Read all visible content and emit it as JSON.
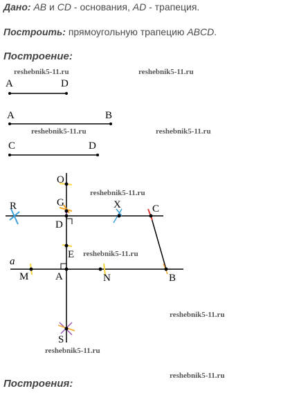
{
  "given": {
    "label": "Дано:",
    "parts": [
      "AB",
      " и ",
      "CD",
      " - основания, ",
      "AD",
      " - трапеция."
    ]
  },
  "construct": {
    "label": "Построить:",
    "text": " прямоугольную трапецию ",
    "name": "ABCD",
    "end": "."
  },
  "construction_heading": "Построение:",
  "constructions_heading": "Построения:",
  "watermark": "reshebnik5-11.ru",
  "segments": {
    "ad": [
      "A",
      "D"
    ],
    "ab": [
      "A",
      "B"
    ],
    "cd": [
      "C",
      "D"
    ]
  },
  "figure_labels": {
    "O": "O",
    "G": "G",
    "R": "R",
    "X": "X",
    "C": "C",
    "D": "D",
    "E": "E",
    "a": "a",
    "M": "M",
    "A": "A",
    "N": "N",
    "B": "B",
    "S": "S"
  }
}
